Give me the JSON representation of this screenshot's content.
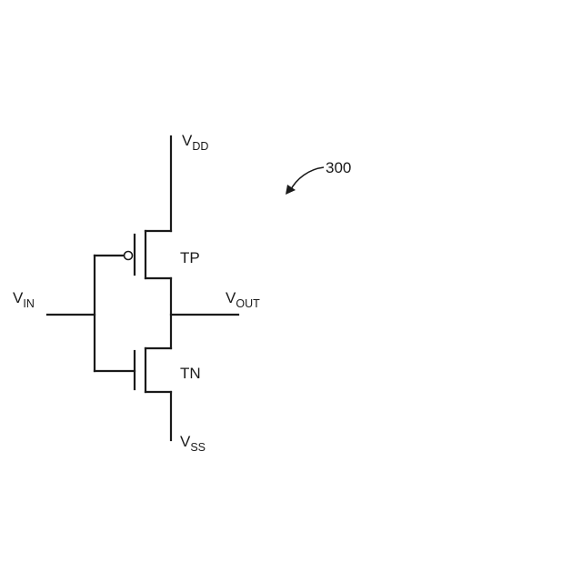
{
  "labels": {
    "vdd": {
      "main": "V",
      "sub": "DD"
    },
    "vss": {
      "main": "V",
      "sub": "SS"
    },
    "vin": {
      "main": "V",
      "sub": "IN"
    },
    "vout": {
      "main": "V",
      "sub": "OUT"
    },
    "tp": "TP",
    "tn": "TN",
    "ref": "300"
  }
}
